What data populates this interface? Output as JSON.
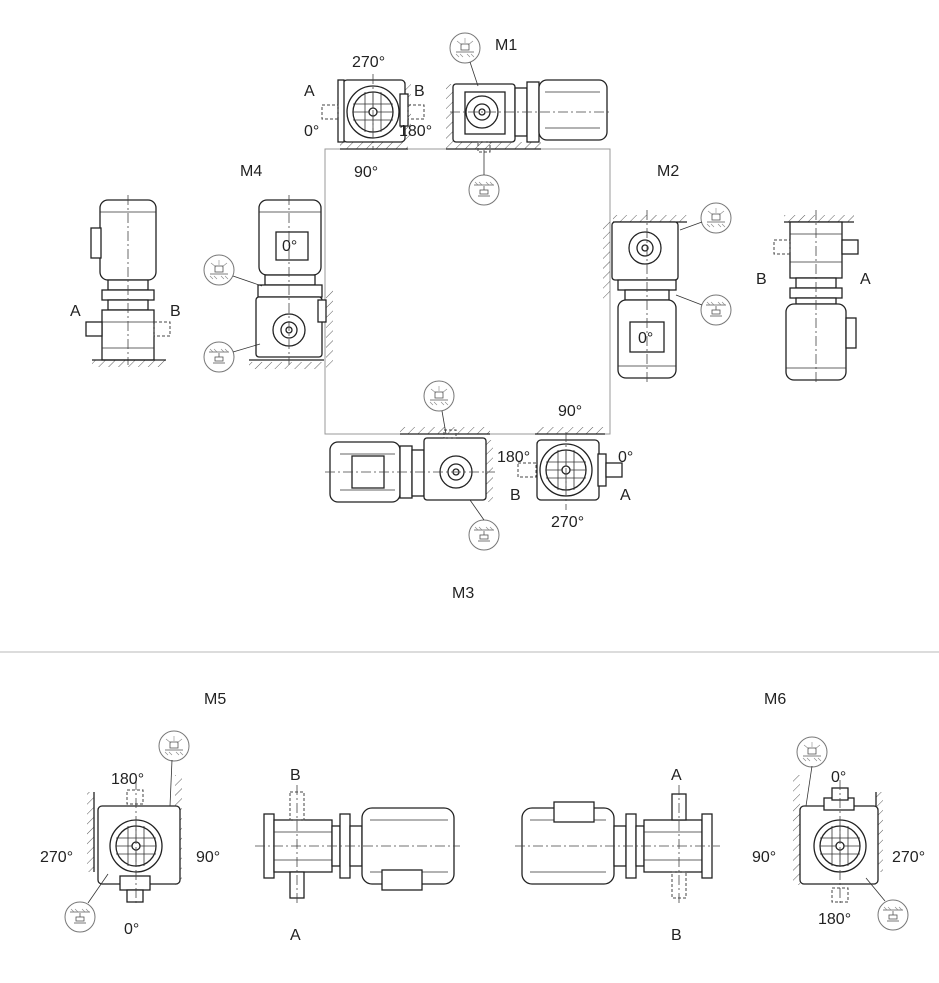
{
  "positions": {
    "m1": "M1",
    "m2": "M2",
    "m3": "M3",
    "m4": "M4",
    "m5": "M5",
    "m6": "M6"
  },
  "angles": {
    "deg0": "0°",
    "deg90": "90°",
    "deg180": "180°",
    "deg270": "270°"
  },
  "shaft_sides": {
    "a": "A",
    "b": "B"
  },
  "motor_terminal_box": "0°",
  "icons": {
    "breather": "vent-valve-icon",
    "drain": "drain-plug-icon"
  },
  "colors": {
    "line": "#222222",
    "frame": "#999999",
    "separator": "#c8c8c8"
  }
}
